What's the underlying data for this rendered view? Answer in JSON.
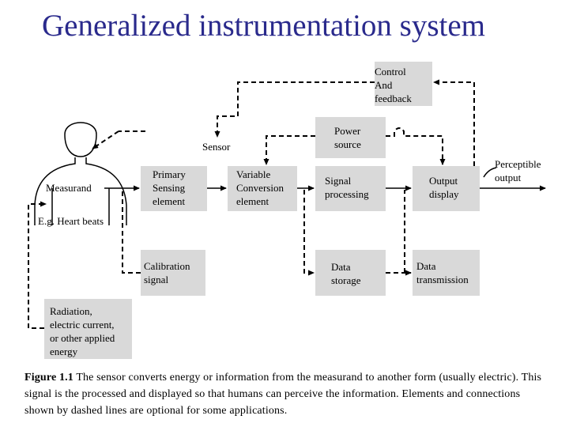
{
  "title": "Generalized instrumentation system",
  "labels": {
    "control_feedback": [
      "Control",
      "And",
      "feedback"
    ],
    "power_source": [
      "Power",
      "source"
    ],
    "sensor": "Sensor",
    "measurand": "Measurand",
    "primary_sensing": [
      "Primary",
      "Sensing",
      "element"
    ],
    "variable_conversion": [
      "Variable",
      "Conversion",
      "element"
    ],
    "signal_processing": [
      "Signal",
      "processing"
    ],
    "output_display": [
      "Output",
      "display"
    ],
    "perceptible_output": [
      "Perceptible",
      "output"
    ],
    "example": "E.g. Heart beats",
    "calibration_signal": [
      "Calibration",
      "signal"
    ],
    "data_storage": [
      "Data",
      "storage"
    ],
    "data_transmission": [
      "Data",
      "transmission"
    ],
    "radiation": [
      "Radiation,",
      "electric current,",
      "or other applied",
      "energy"
    ]
  },
  "caption": {
    "label": "Figure 1.1",
    "text": "The sensor converts energy or information from the measurand to another form (usually electric). This signal is the processed and displayed so that humans can perceive the information. Elements and connections shown by dashed lines are optional for some applications."
  },
  "colors": {
    "title": "#2a2a8c",
    "box_fill": "#d9d9d9",
    "line": "#000000"
  }
}
